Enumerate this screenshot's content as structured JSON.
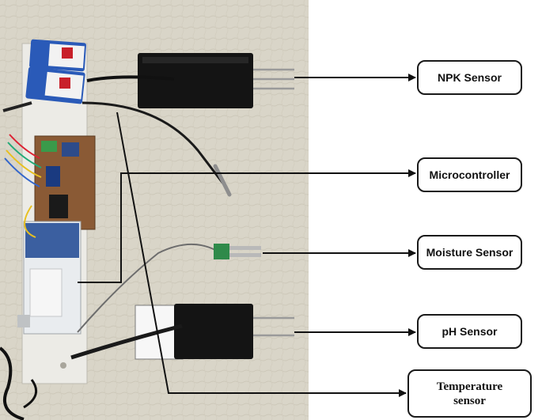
{
  "labels": {
    "npk": "NPK Sensor",
    "microcontroller": "Microcontroller",
    "moisture": "Moisture Sensor",
    "ph": "pH Sensor",
    "temperature_line1": "Temperature",
    "temperature_line2": "sensor"
  },
  "colors": {
    "photo_background": "#d9d5c8",
    "sensor_body": "#141414",
    "circuit_board": "#8a5a35",
    "arduino_blue": "#3b5fa0",
    "battery_blue": "#2a5ab8",
    "arrow_line": "#111111"
  },
  "photo_items": [
    "battery-icon",
    "npk-sensor-probe-icon",
    "microcontroller-board-icon",
    "moisture-sensor-probe-icon",
    "ph-sensor-probe-icon",
    "temperature-probe-icon"
  ]
}
